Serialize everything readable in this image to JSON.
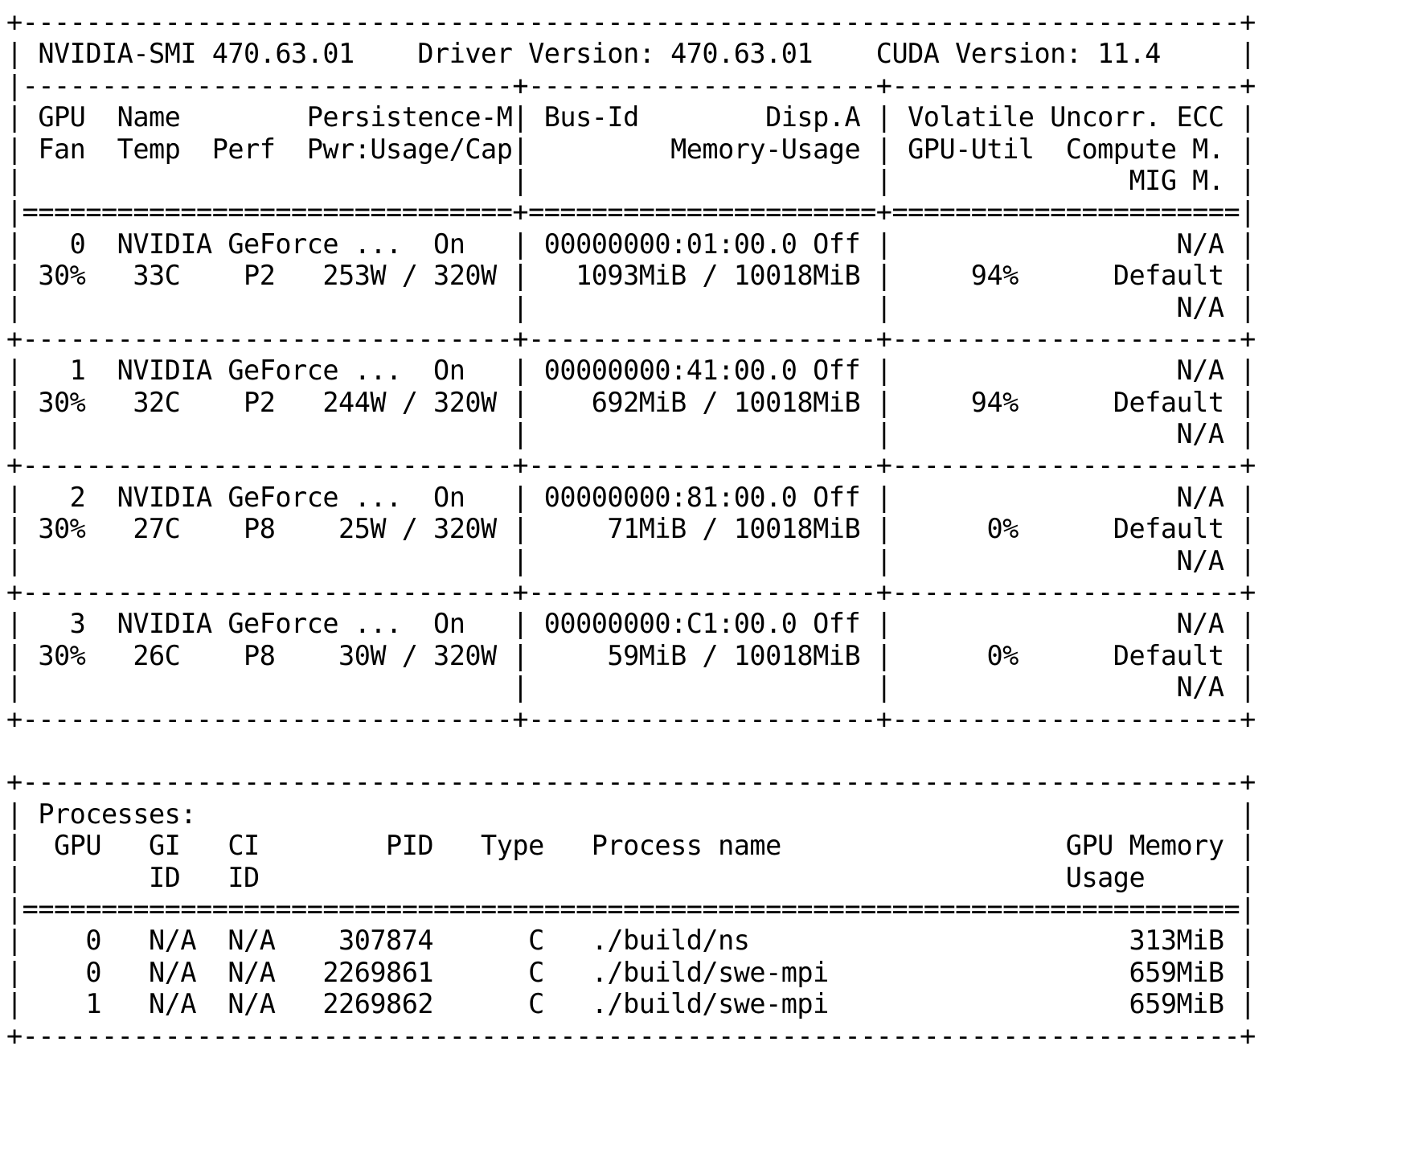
{
  "terminal": {
    "lines": [
      "+-----------------------------------------------------------------------------+",
      "| NVIDIA-SMI 470.63.01    Driver Version: 470.63.01    CUDA Version: 11.4     |",
      "|-------------------------------+----------------------+----------------------+",
      "| GPU  Name        Persistence-M| Bus-Id        Disp.A | Volatile Uncorr. ECC |",
      "| Fan  Temp  Perf  Pwr:Usage/Cap|         Memory-Usage | GPU-Util  Compute M. |",
      "|                               |                      |               MIG M. |",
      "|===============================+======================+======================|",
      "|   0  NVIDIA GeForce ...  On   | 00000000:01:00.0 Off |                  N/A |",
      "| 30%   33C    P2   253W / 320W |   1093MiB / 10018MiB |     94%      Default |",
      "|                               |                      |                  N/A |",
      "+-------------------------------+----------------------+----------------------+",
      "|   1  NVIDIA GeForce ...  On   | 00000000:41:00.0 Off |                  N/A |",
      "| 30%   32C    P2   244W / 320W |    692MiB / 10018MiB |     94%      Default |",
      "|                               |                      |                  N/A |",
      "+-------------------------------+----------------------+----------------------+",
      "|   2  NVIDIA GeForce ...  On   | 00000000:81:00.0 Off |                  N/A |",
      "| 30%   27C    P8    25W / 320W |     71MiB / 10018MiB |      0%      Default |",
      "|                               |                      |                  N/A |",
      "+-------------------------------+----------------------+----------------------+",
      "|   3  NVIDIA GeForce ...  On   | 00000000:C1:00.0 Off |                  N/A |",
      "| 30%   26C    P8    30W / 320W |     59MiB / 10018MiB |      0%      Default |",
      "|                               |                      |                  N/A |",
      "+-------------------------------+----------------------+----------------------+",
      "",
      "+-----------------------------------------------------------------------------+",
      "| Processes:                                                                  |",
      "|  GPU   GI   CI        PID   Type   Process name                  GPU Memory |",
      "|        ID   ID                                                   Usage      |",
      "|=============================================================================|",
      "|    0   N/A  N/A    307874      C   ./build/ns                        313MiB |",
      "|    0   N/A  N/A   2269861      C   ./build/swe-mpi                   659MiB |",
      "|    1   N/A  N/A   2269862      C   ./build/swe-mpi                   659MiB |",
      "+-----------------------------------------------------------------------------+"
    ]
  }
}
